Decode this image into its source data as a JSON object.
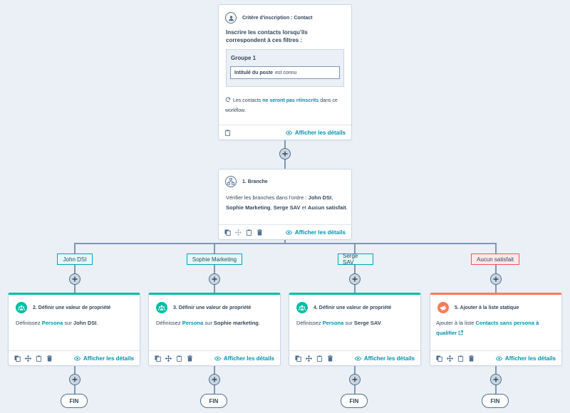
{
  "trigger": {
    "title": "Critère d'inscription : Contact",
    "heading": "Inscrire les contacts lorsqu'ils correspondent à ces filtres :",
    "group_title": "Groupe 1",
    "filter_property": "Intitulé du poste",
    "filter_operator": "est connu",
    "reenroll_prefix": "Les contacts",
    "reenroll_link": "ne seront pas réinscrits",
    "reenroll_suffix": "dans ce workflow.",
    "details_label": "Afficher les détails"
  },
  "branch": {
    "title": "1. Branche",
    "text_prefix": "Vérifier les branches dans l'ordre :",
    "b1": "John DSI",
    "sep1": ",",
    "b2": "Sophie Marketing",
    "sep2": ",",
    "b3": "Serge SAV",
    "and": "et",
    "b4": "Aucun satisfait",
    "end": ".",
    "details_label": "Afficher les détails"
  },
  "branch_labels": [
    "John DSI",
    "Sophie Marketing",
    "Serge SAV",
    "Aucun satisfait"
  ],
  "actions": [
    {
      "title": "2. Définir une valeur de propriété",
      "prefix": "Définissez",
      "link": "Persona",
      "mid": "sur",
      "value": "John DSI",
      "end": ".",
      "details": "Afficher les détails"
    },
    {
      "title": "3. Définir une valeur de propriété",
      "prefix": "Définissez",
      "link": "Persona",
      "mid": "sur",
      "value": "Sophie marketing",
      "end": ".",
      "details": "Afficher les détails"
    },
    {
      "title": "4. Définir une valeur de propriété",
      "prefix": "Définissez",
      "link": "Persona",
      "mid": "sur",
      "value": "Serge SAV",
      "end": ".",
      "details": "Afficher les détails"
    },
    {
      "title": "5. Ajouter à la liste statique",
      "prefix": "Ajouter à la liste",
      "link": "Contacts sans persona à qualifier",
      "details": "Afficher les détails"
    }
  ],
  "end_label": "FIN",
  "colors": {
    "teal": "#00bda5",
    "coral": "#ff7a59",
    "link": "#0091ae",
    "connector": "#7c98b6"
  }
}
